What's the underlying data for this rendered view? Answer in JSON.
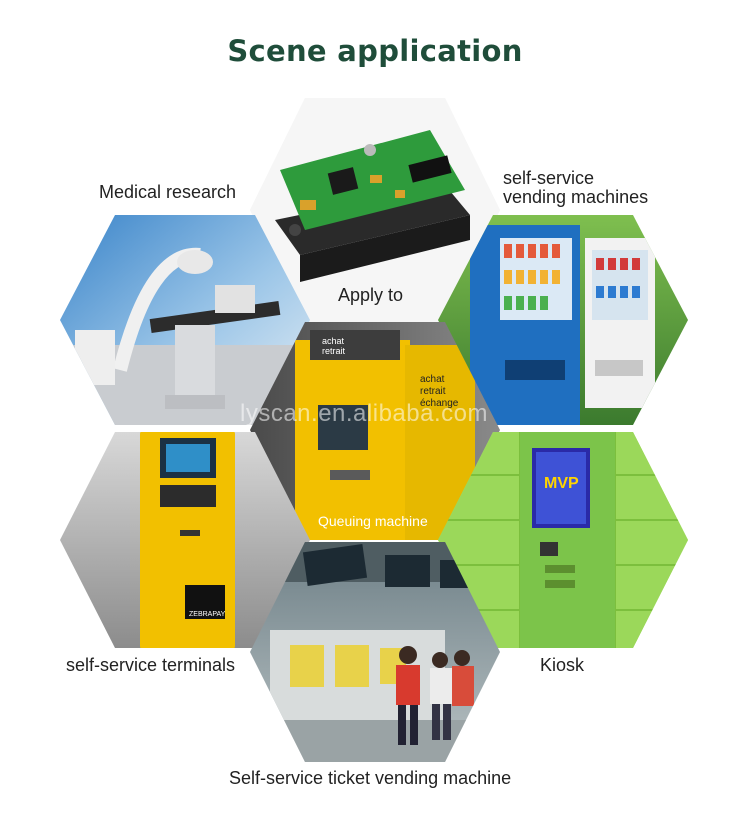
{
  "page": {
    "title": "Scene application",
    "watermark": "lyscan.en.alibaba.com"
  },
  "scenes": {
    "apply_to": "Apply to",
    "medical_research": "Medical research",
    "vending_line1": "self-service",
    "vending_line2": "vending machines",
    "queuing_machine": "Queuing machine",
    "self_service_terminals": "self-service terminals",
    "kiosk": "Kiosk",
    "ticket_vending": "Self-service ticket vending machine"
  },
  "device_texts": {
    "terminal_brand": "ZEBRAPAY",
    "kiosk_screen": "MVP",
    "queue_sign_1": "achat",
    "queue_sign_2": "retrait",
    "queue_sign_3": "échange"
  },
  "colors": {
    "title": "#1f4d3a",
    "hex_background": "#ececec",
    "pcb_green": "#2e9b3c",
    "kiosk_green": "#8ed84a",
    "terminal_yellow": "#f2c000",
    "vending_blue": "#1f6fc0"
  }
}
